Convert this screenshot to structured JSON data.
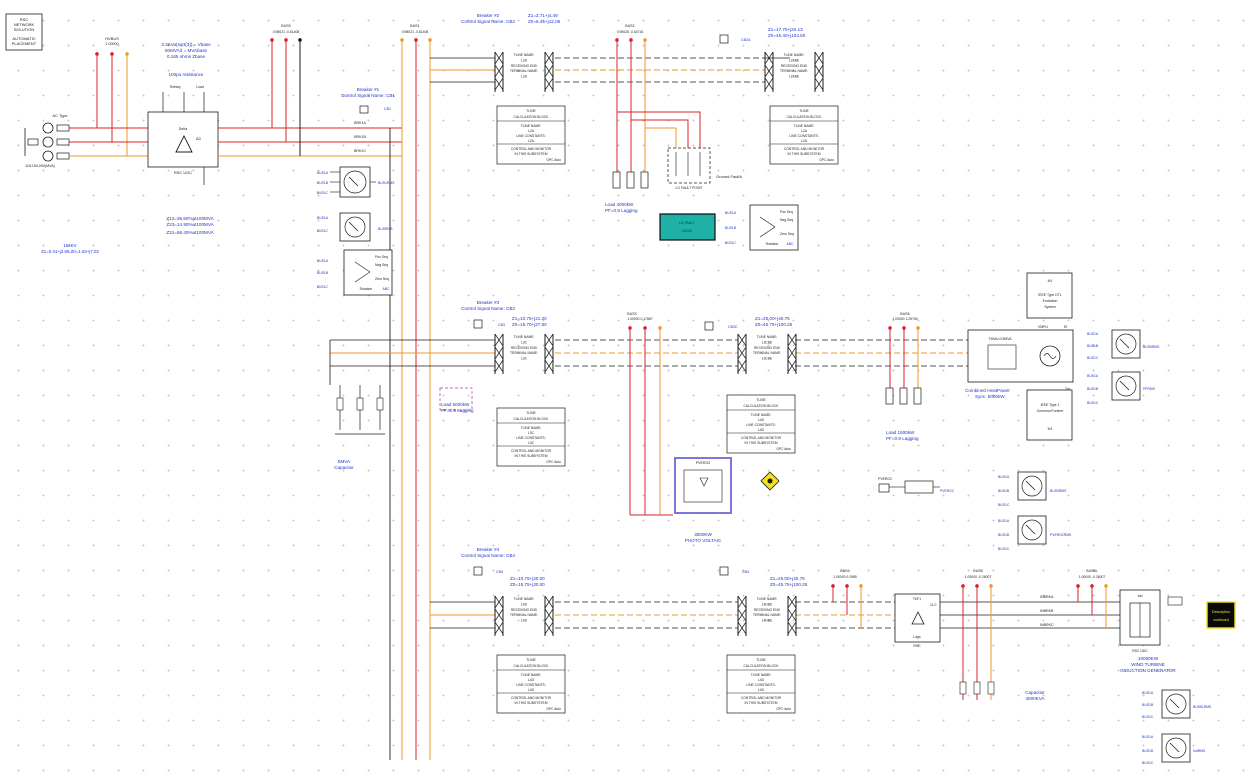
{
  "colors": {
    "red": "#d8232a",
    "orange": "#ee9a2a",
    "black": "#1c1c1c",
    "blue": "#1f35c9",
    "teal": "#1fb0a6",
    "yellow": "#f2e31b",
    "purple": "#a23fa3",
    "pvframe": "#7a78d8"
  },
  "network_solution": {
    "l1": "RSC",
    "l2": "NETWORK",
    "l3": "SOLUTION",
    "l4": "AUTOMATIC",
    "l5": "PLACEMENT"
  },
  "source": {
    "hvbus": "HVBUS",
    "hv_v1": "1.00000",
    "hv_v2": "0.00000",
    "ac_type": "AC Type",
    "mag": "Mag",
    "rated": "115:154,000(MVA)",
    "imp": "154KV",
    "eq": "Z1=0.41+j2.59,Z0=1.63+j7.02"
  },
  "transformer": {
    "note1": "3.3KVa(sqrt(3)) = Vbase",
    "note2": "60MVA3 = MVAbase",
    "note3": "0.165 ohms Zbase",
    "note4": "100pu resistance",
    "tertiary": "Tertiary",
    "load": "Load",
    "z12": "Z12=35.60%at100MVA",
    "z23": "Z23=14.90%at100MVA",
    "z31": "Z31=56.40%at100MVA",
    "name": "RSC UDC",
    "delta": "Delta",
    "dy": "∆3"
  },
  "bus_labels": {
    "bus9": "BUS9",
    "bus1": "BUS1",
    "bus2": "BUS2",
    "bus3": "BUS3",
    "bus4": "BUS4",
    "bus6": "BUS6",
    "bus8": "BUS8",
    "bus8l": "BUS8L"
  },
  "bus_values": {
    "b9": "0.98021  -0.61408",
    "b1": "0.98021  -0.61408",
    "b2": "0.95026  -0.64716",
    "b3": "1.00000  0.17867",
    "b4": "1.00000  0.2985",
    "b6": "1.00000  1.25760",
    "b8": "1.00000  -0.26007",
    "b8l": "1.00000  -0.26007"
  },
  "breakers": {
    "cb1_title": "Breaker #1",
    "cb1_sub": "Control Signal Name: CB1",
    "cb2_title": "Breaker #2",
    "cb2_sub": "Control Signal Name: CB2",
    "cb3_title": "Breaker #3",
    "cb3_sub": "Control Signal Name: CB3",
    "cb4_title": "Breaker #4",
    "cb4_sub": "Control Signal Name: CB4",
    "cb1": "CB1",
    "cb2": "CB2",
    "cb3": "CB3",
    "cb4": "CB4",
    "cb2a": "CB2A",
    "cb3c": "CB3C",
    "cb4a": "CB4"
  },
  "brk": {
    "a": "BRK1A",
    "b": "BRK1B",
    "c": "BRK1C"
  },
  "tlines": {
    "l1": {
      "z1": "Z1=2.71+j4.49",
      "z0": "Z0=6.45+j12.05"
    },
    "l2": {
      "z1": "Z1=17.75+j34.13",
      "z0": "Z0=45.40+j104.50"
    },
    "l3": {
      "z1": "Z1=10.75+j21.20",
      "z0": "Z0=15.70+j27.50"
    },
    "l4": {
      "z1": "Z1=25.00+j40.75",
      "z0": "Z0=45.75+j100.25"
    },
    "l5": {
      "z1": "Z1=10.75+j20.00",
      "z0": "Z0=15.75+j30.00"
    },
    "l6": {
      "z1": "Z1=25.00+j40.75",
      "z0": "Z0=45.75+j100.25"
    }
  },
  "tower": {
    "tune": "TLINE NAME:",
    "sending": "SENDING END",
    "receiving": "RECEIVING END",
    "terminal": "TERMINAL NAME:",
    "l2a": "L2A",
    "l2ab": "L2ABE",
    "l3c": "L3C",
    "l3cb": "L3CBE",
    "l4d": "L4D",
    "l4db": "L4DBE",
    "l4c": "L4C",
    "l4cb": "L4CBE"
  },
  "calc_block": {
    "t1": "TLINE",
    "t2": "CALCULATION BLOCK",
    "name": "TLINE NAME:",
    "lc": "LINE CONSTANTS:",
    "ctrl1": "CONTROL AND MONITOR",
    "ctrl2": "IN THIS SUBSYSTEM",
    "auto": "GPC Auto",
    "n1": "L2A",
    "n2": "L2A",
    "n3": "L3C",
    "n4": "L4D",
    "n5": "L4D",
    "n6": "L4D"
  },
  "loads": {
    "l1": "Load 4000kW",
    "l1pf": "PF=0.9 Lagging",
    "l2": "Load 5000kW",
    "l2pf": "PF=0.9 Lagging",
    "l3": "Load 1500kW",
    "l3pf": "PF=0.9 Lagging"
  },
  "fault": {
    "label": "Ground FaultA",
    "point": "LG FAULT POINT"
  },
  "teal_block": {
    "t1": "LG FAULT",
    "t2": "LOGIC"
  },
  "capacitor": {
    "c1": "5MVA",
    "c1b": "Capacitor",
    "c2": "Capacitor",
    "c2b": "4000KVA"
  },
  "pv": {
    "name": "PVERG2",
    "label": "3000KW",
    "sub": "PHOTO VOLTAIC",
    "meter": "PVERG2RMS"
  },
  "chp": {
    "title": "Combined HeatPower",
    "sub": "Sync. 5000kW",
    "exc1": "IEEE Type DT1",
    "exc2": "Excitation",
    "exc3": "System",
    "gov1": "IEEE Type 1",
    "gov2": "Governor/Turbine",
    "m1": "M1",
    "rating": "TMVA=0.5MVA",
    "vmpu": "VMPU",
    "ef": "Ef",
    "tm": "Tm"
  },
  "wind": {
    "title": "10000KW",
    "sub": "WIND TURBINE",
    "sub2": "INDUCTION GENERATOR",
    "name": "RSC UDC",
    "ind": "Ind"
  },
  "txfr2": {
    "name": "TKF1",
    "kv": "11.0",
    "lags": "Lags",
    "rsc": "RSC",
    "id1": "1000"
  },
  "meters": {
    "m1": "BUS1RMS",
    "m2": "BUSRMS",
    "m3": "BUS9RMS",
    "m4": "BUS8RMS",
    "m5": "PFRMS",
    "m6": "TMRMS",
    "m7": "IndRMS",
    "m8": "BUS6RMS",
    "m9": "BUS8LRMS"
  },
  "seq": {
    "pos": "Pos Seq",
    "neg": "Neg Seq",
    "zero": "Zero Seq",
    "rot": "Rotation",
    "abc": "ABC"
  },
  "inbrk": {
    "a": "INBRKA",
    "b": "INBRKB",
    "c": "INBRKC",
    "d": "INBRKC"
  },
  "description": {
    "t1": "Description",
    "t2": "continued"
  },
  "misc": {
    "pverg2": "PVERG2",
    "busa": "BUS1A",
    "busb": "BUS1B",
    "busc": "BUS1C"
  }
}
